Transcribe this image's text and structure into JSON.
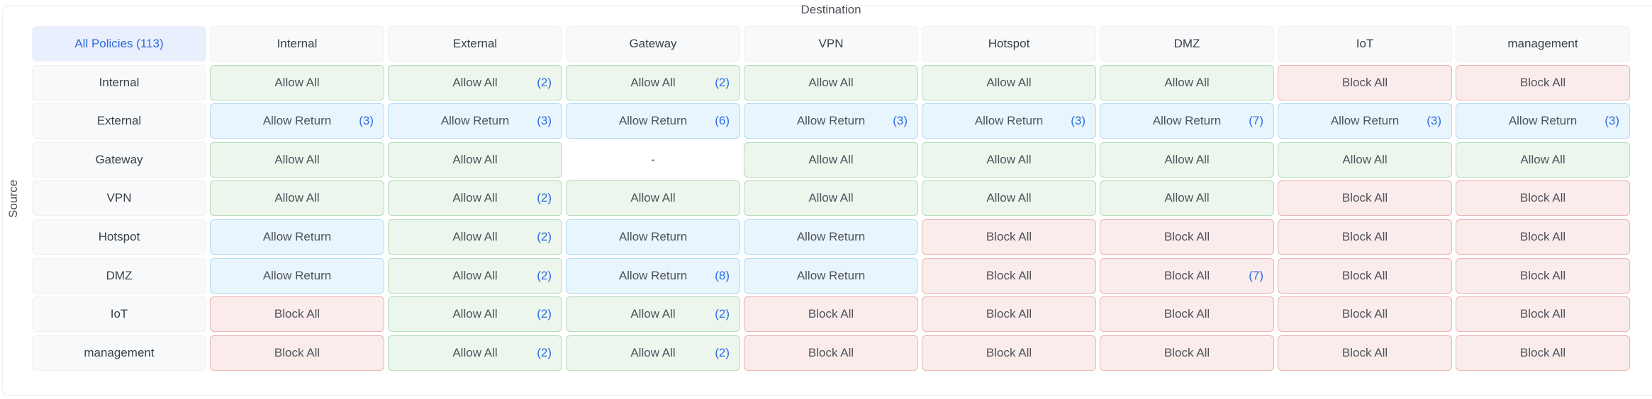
{
  "destination_label": "Destination",
  "source_label": "Source",
  "all_policies": {
    "label": "All Policies (113)"
  },
  "columns": [
    "Internal",
    "External",
    "Gateway",
    "VPN",
    "Hotspot",
    "DMZ",
    "IoT",
    "management"
  ],
  "rows": [
    {
      "label": "Internal",
      "cells": [
        {
          "type": "allow",
          "label": "Allow All"
        },
        {
          "type": "allow",
          "label": "Allow All",
          "count": "(2)"
        },
        {
          "type": "allow",
          "label": "Allow All",
          "count": "(2)"
        },
        {
          "type": "allow",
          "label": "Allow All"
        },
        {
          "type": "allow",
          "label": "Allow All"
        },
        {
          "type": "allow",
          "label": "Allow All"
        },
        {
          "type": "block",
          "label": "Block All"
        },
        {
          "type": "block",
          "label": "Block All"
        }
      ]
    },
    {
      "label": "External",
      "cells": [
        {
          "type": "return",
          "label": "Allow Return",
          "count": "(3)"
        },
        {
          "type": "return",
          "label": "Allow Return",
          "count": "(3)"
        },
        {
          "type": "return",
          "label": "Allow Return",
          "count": "(6)"
        },
        {
          "type": "return",
          "label": "Allow Return",
          "count": "(3)"
        },
        {
          "type": "return",
          "label": "Allow Return",
          "count": "(3)"
        },
        {
          "type": "return",
          "label": "Allow Return",
          "count": "(7)"
        },
        {
          "type": "return",
          "label": "Allow Return",
          "count": "(3)"
        },
        {
          "type": "return",
          "label": "Allow Return",
          "count": "(3)"
        }
      ]
    },
    {
      "label": "Gateway",
      "cells": [
        {
          "type": "allow",
          "label": "Allow All"
        },
        {
          "type": "allow",
          "label": "Allow All"
        },
        {
          "type": "none",
          "label": "-"
        },
        {
          "type": "allow",
          "label": "Allow All"
        },
        {
          "type": "allow",
          "label": "Allow All"
        },
        {
          "type": "allow",
          "label": "Allow All"
        },
        {
          "type": "allow",
          "label": "Allow All"
        },
        {
          "type": "allow",
          "label": "Allow All"
        }
      ]
    },
    {
      "label": "VPN",
      "cells": [
        {
          "type": "allow",
          "label": "Allow All"
        },
        {
          "type": "allow",
          "label": "Allow All",
          "count": "(2)"
        },
        {
          "type": "allow",
          "label": "Allow All"
        },
        {
          "type": "allow",
          "label": "Allow All"
        },
        {
          "type": "allow",
          "label": "Allow All"
        },
        {
          "type": "allow",
          "label": "Allow All"
        },
        {
          "type": "block",
          "label": "Block All"
        },
        {
          "type": "block",
          "label": "Block All"
        }
      ]
    },
    {
      "label": "Hotspot",
      "cells": [
        {
          "type": "return",
          "label": "Allow Return"
        },
        {
          "type": "allow",
          "label": "Allow All",
          "count": "(2)"
        },
        {
          "type": "return",
          "label": "Allow Return"
        },
        {
          "type": "return",
          "label": "Allow Return"
        },
        {
          "type": "block",
          "label": "Block All"
        },
        {
          "type": "block",
          "label": "Block All"
        },
        {
          "type": "block",
          "label": "Block All"
        },
        {
          "type": "block",
          "label": "Block All"
        }
      ]
    },
    {
      "label": "DMZ",
      "cells": [
        {
          "type": "return",
          "label": "Allow Return"
        },
        {
          "type": "allow",
          "label": "Allow All",
          "count": "(2)"
        },
        {
          "type": "return",
          "label": "Allow Return",
          "count": "(8)"
        },
        {
          "type": "return",
          "label": "Allow Return"
        },
        {
          "type": "block",
          "label": "Block All"
        },
        {
          "type": "block",
          "label": "Block All",
          "count": "(7)"
        },
        {
          "type": "block",
          "label": "Block All"
        },
        {
          "type": "block",
          "label": "Block All"
        }
      ]
    },
    {
      "label": "IoT",
      "cells": [
        {
          "type": "block",
          "label": "Block All"
        },
        {
          "type": "allow",
          "label": "Allow All",
          "count": "(2)"
        },
        {
          "type": "allow",
          "label": "Allow All",
          "count": "(2)"
        },
        {
          "type": "block",
          "label": "Block All"
        },
        {
          "type": "block",
          "label": "Block All"
        },
        {
          "type": "block",
          "label": "Block All"
        },
        {
          "type": "block",
          "label": "Block All"
        },
        {
          "type": "block",
          "label": "Block All"
        }
      ]
    },
    {
      "label": "management",
      "cells": [
        {
          "type": "block",
          "label": "Block All"
        },
        {
          "type": "allow",
          "label": "Allow All",
          "count": "(2)"
        },
        {
          "type": "allow",
          "label": "Allow All",
          "count": "(2)"
        },
        {
          "type": "block",
          "label": "Block All"
        },
        {
          "type": "block",
          "label": "Block All"
        },
        {
          "type": "block",
          "label": "Block All"
        },
        {
          "type": "block",
          "label": "Block All"
        },
        {
          "type": "block",
          "label": "Block All"
        }
      ]
    }
  ],
  "colors": {
    "accent_blue": "#2d68e0",
    "count_text": "#2d6be3",
    "allpolicies_bg": "#e9effc",
    "allow_bg": "#ecf6ed",
    "allow_border": "#b5ddb8",
    "return_bg": "#e9f5fd",
    "return_border": "#b2dbf4",
    "block_bg": "#faeceb",
    "block_border": "#eab3b0",
    "header_bg": "#f8f9fa",
    "header_border": "#eef0f2",
    "header_text": "#3a4046",
    "cell_text": "#4d535b",
    "axis_text": "#4a5056",
    "card_border": "#eaedf0"
  }
}
